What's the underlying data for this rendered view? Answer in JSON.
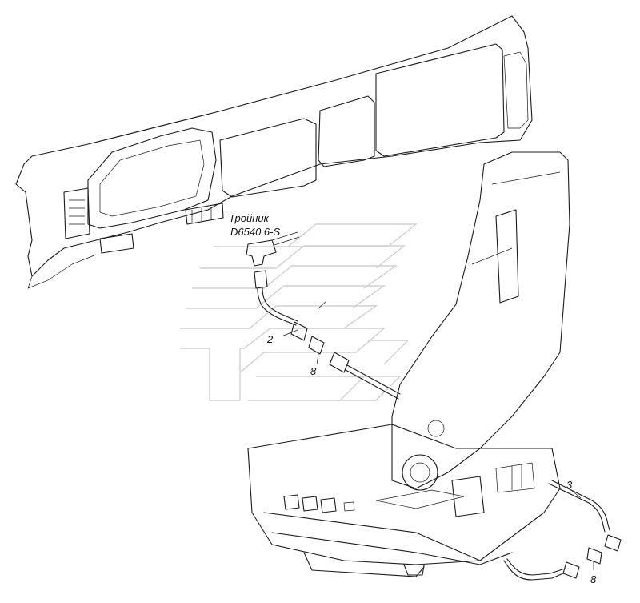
{
  "labels": {
    "tee_name": "Тройник",
    "tee_code": "D6540 6-S",
    "callout_2": "2",
    "callout_3": "3",
    "callout_8a": "8",
    "callout_8b": "8"
  },
  "colors": {
    "line": "#1a1a1a",
    "watermark": "#d0d0d0",
    "background": "#ffffff"
  }
}
